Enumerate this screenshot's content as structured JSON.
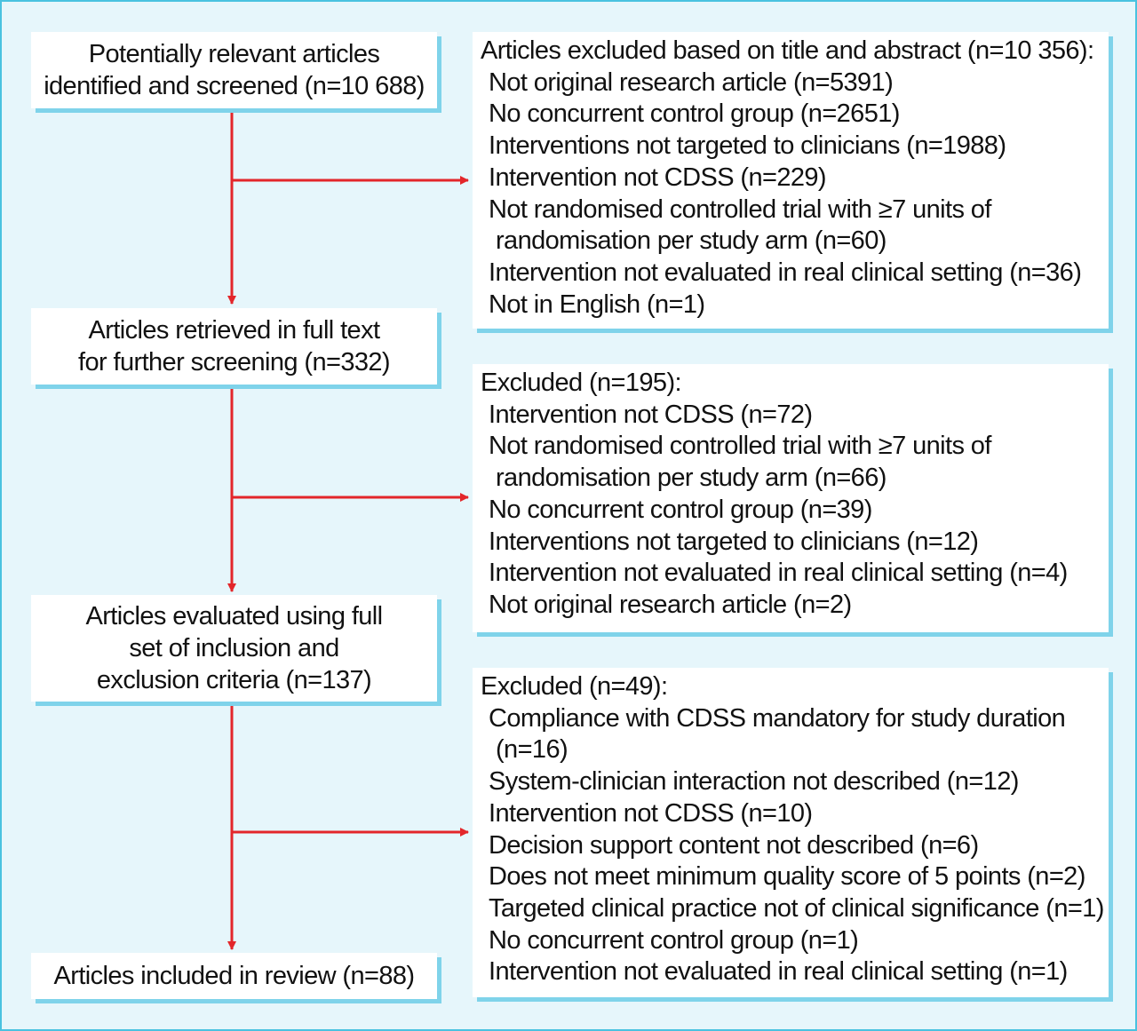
{
  "flow": {
    "identified": [
      "Potentially relevant articles",
      "identified and screened (n=10 688)"
    ],
    "retrieved": [
      "Articles retrieved in full text",
      "for further screening (n=332)"
    ],
    "evaluated": [
      "Articles evaluated using full",
      "set of inclusion and",
      "exclusion criteria (n=137)"
    ],
    "included": [
      "Articles included in review (n=88)"
    ]
  },
  "exclusions": [
    {
      "header": "Articles excluded based on title and abstract (n=10 356):",
      "items": [
        [
          "Not original research article (n=5391)"
        ],
        [
          "No concurrent control group (n=2651)"
        ],
        [
          "Interventions not targeted to clinicians (n=1988)"
        ],
        [
          "Intervention not CDSS (n=229)"
        ],
        [
          "Not randomised controlled trial with ≥7 units of",
          "randomisation per study arm (n=60)"
        ],
        [
          "Intervention not evaluated in real clinical setting (n=36)"
        ],
        [
          "Not in English (n=1)"
        ]
      ]
    },
    {
      "header": "Excluded (n=195):",
      "items": [
        [
          "Intervention not CDSS (n=72)"
        ],
        [
          "Not randomised controlled trial with ≥7 units of",
          "randomisation per study arm (n=66)"
        ],
        [
          "No concurrent control group (n=39)"
        ],
        [
          "Interventions not targeted to clinicians (n=12)"
        ],
        [
          "Intervention not evaluated in real clinical setting (n=4)"
        ],
        [
          "Not original research article (n=2)"
        ]
      ]
    },
    {
      "header": "Excluded (n=49):",
      "items": [
        [
          "Compliance with CDSS mandatory for study duration",
          "(n=16)"
        ],
        [
          "System-clinician interaction not described (n=12)"
        ],
        [
          "Intervention not CDSS (n=10)"
        ],
        [
          "Decision support content not described (n=6)"
        ],
        [
          "Does not meet minimum quality score of 5 points (n=2)"
        ],
        [
          "Targeted clinical practice not of clinical significance (n=1)"
        ],
        [
          "No concurrent control group (n=1)"
        ],
        [
          "Intervention not evaluated in real clinical setting (n=1)"
        ]
      ]
    }
  ],
  "colors": {
    "arrow": "#e3262a",
    "background": "#e6f6fb",
    "border": "#49c2e0",
    "box_shadow": "#7fd3ea"
  }
}
